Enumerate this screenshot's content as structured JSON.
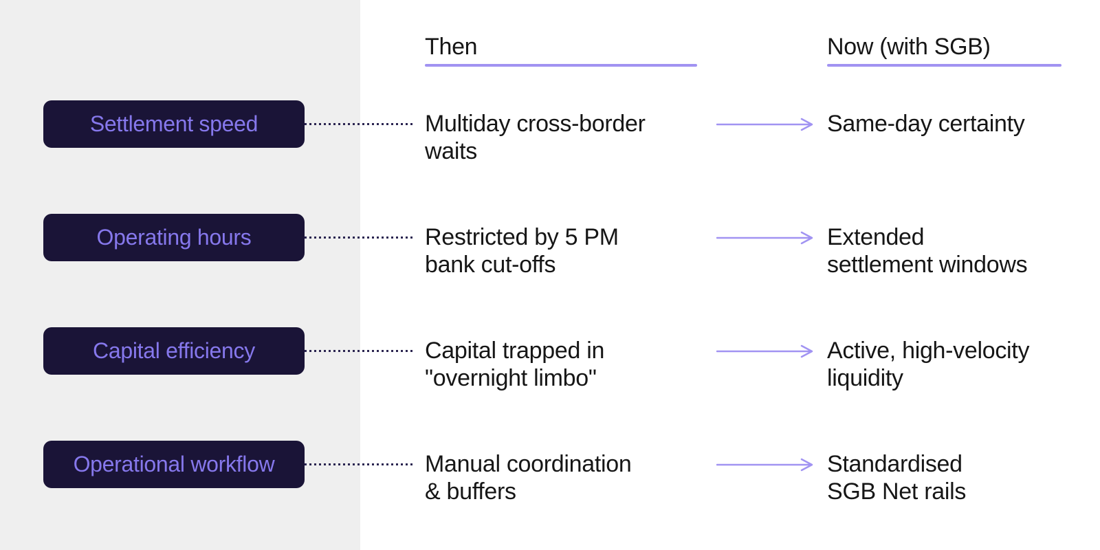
{
  "meta": {
    "title": "Then vs Now (with SGB) comparison"
  },
  "colors": {
    "page_bg": "#ffffff",
    "panel_bg": "#efefef",
    "accent": "#a193f2",
    "badge_bg": "#1a1437",
    "badge_text": "#8678ec",
    "connector": "#2a2450",
    "text": "#161616"
  },
  "columns": {
    "then_label": "Then",
    "now_label": "Now (with SGB)"
  },
  "rows": [
    {
      "badge": "Settlement speed",
      "then": "Multiday cross-border\nwaits",
      "now": "Same-day certainty"
    },
    {
      "badge": "Operating hours",
      "then": "Restricted by 5 PM\nbank cut-offs",
      "now": "Extended\nsettlement windows"
    },
    {
      "badge": "Capital efficiency",
      "then": "Capital trapped in\n\"overnight limbo\"",
      "now": "Active, high-velocity\nliquidity"
    },
    {
      "badge": "Operational workflow",
      "then": "Manual coordination\n& buffers",
      "now": "Standardised\nSGB Net rails"
    }
  ]
}
